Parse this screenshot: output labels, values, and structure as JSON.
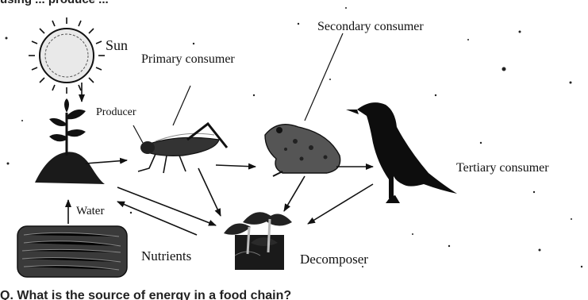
{
  "header_fragment": "using ... produce ...",
  "labels": {
    "sun": "Sun",
    "primary_consumer": "Primary consumer",
    "secondary_consumer": "Secondary consumer",
    "producer": "Producer",
    "tertiary_consumer": "Tertiary consumer",
    "water": "Water",
    "nutrients": "Nutrients",
    "decomposer": "Decomposer"
  },
  "question_fragment": "Q. What is the source of energy in a food chain?",
  "icons": [
    "sun-icon",
    "plant-icon",
    "grasshopper-icon",
    "frog-icon",
    "crow-icon",
    "mushroom-icon",
    "soil-icon"
  ],
  "colors": {
    "ink": "#111111",
    "sun_fill": "#e9e9e9",
    "soil": "#3a3a3a"
  }
}
